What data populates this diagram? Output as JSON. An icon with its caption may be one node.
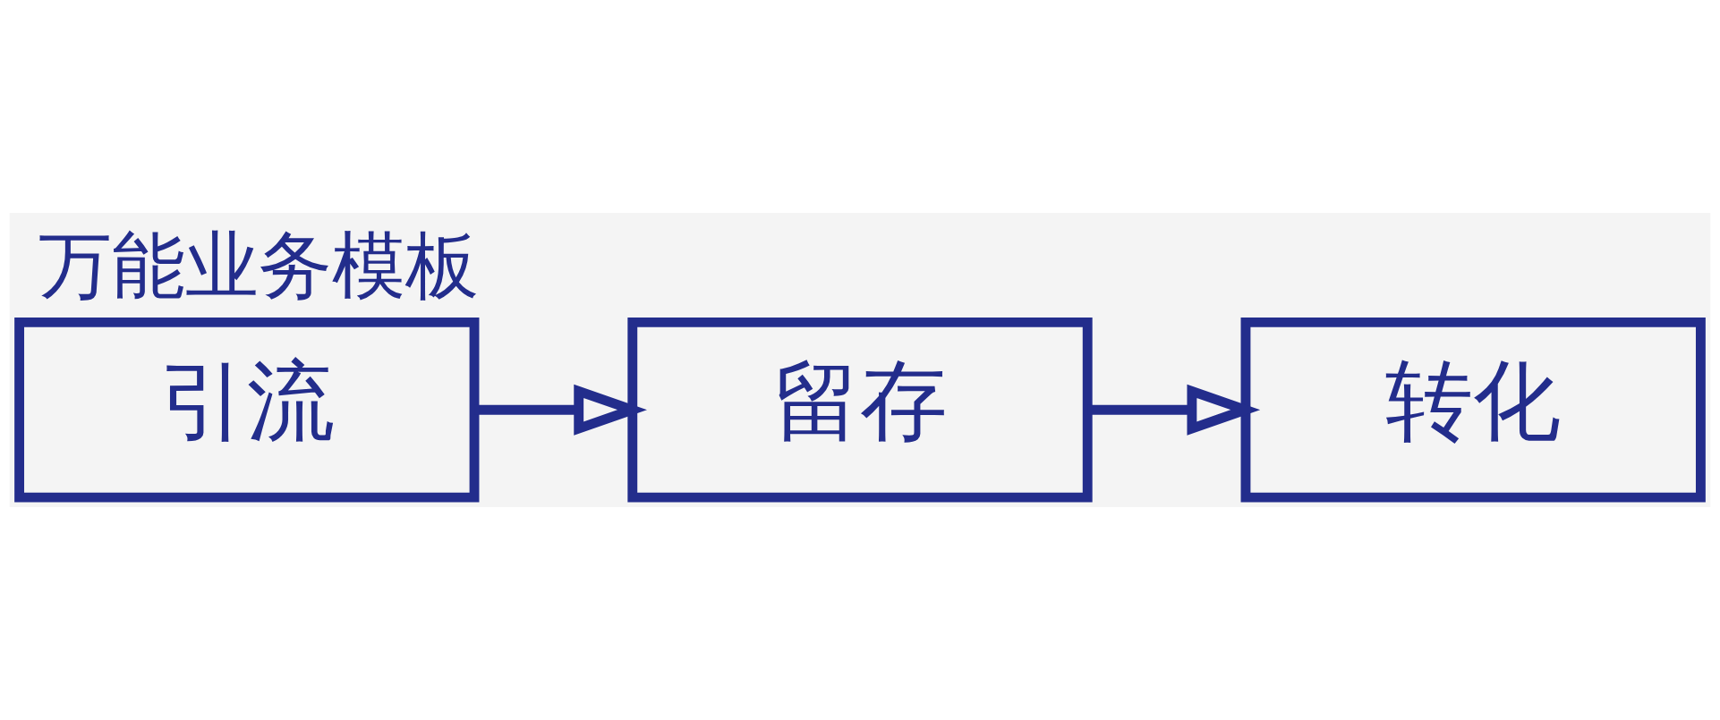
{
  "diagram": {
    "title": "万能业务模板",
    "nodes": [
      {
        "text": [
          "引流"
        ]
      },
      {
        "text": [
          "留存"
        ]
      },
      {
        "text": [
          "转化"
        ]
      }
    ],
    "edges": [
      {
        "from": 0,
        "to": 1,
        "arrow": "to"
      },
      {
        "from": 1,
        "to": 2,
        "arrow": "to"
      }
    ]
  }
}
